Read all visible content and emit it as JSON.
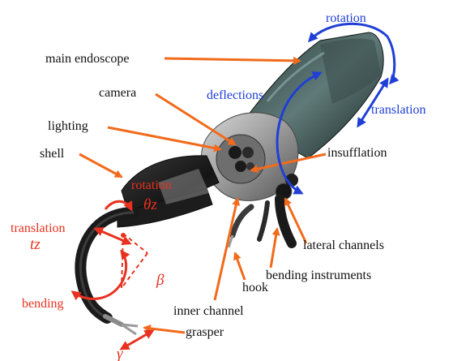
{
  "colors": {
    "black_label": "#111111",
    "blue_label": "#1f3fd6",
    "red_label": "#e8311e",
    "orange_arrow": "#f26a1b",
    "blue_arrow": "#1f3fd6",
    "red_arrow": "#e8311e"
  },
  "labels": {
    "main_endoscope": "main endoscope",
    "camera": "camera",
    "lighting": "lighting",
    "shell": "shell",
    "insufflation": "insufflation",
    "lateral_channels": "lateral channels",
    "bending_instruments": "bending instruments",
    "hook": "hook",
    "inner_channel": "inner channel",
    "grasper": "grasper"
  },
  "motions_main": {
    "rotation": "rotation",
    "deflections": "deflections",
    "translation": "translation"
  },
  "motions_instrument": {
    "rotation": "rotation",
    "theta_z": "θz",
    "translation": "translation",
    "t_z": "tz",
    "bending": "bending",
    "beta": "β",
    "gamma": "γ"
  }
}
